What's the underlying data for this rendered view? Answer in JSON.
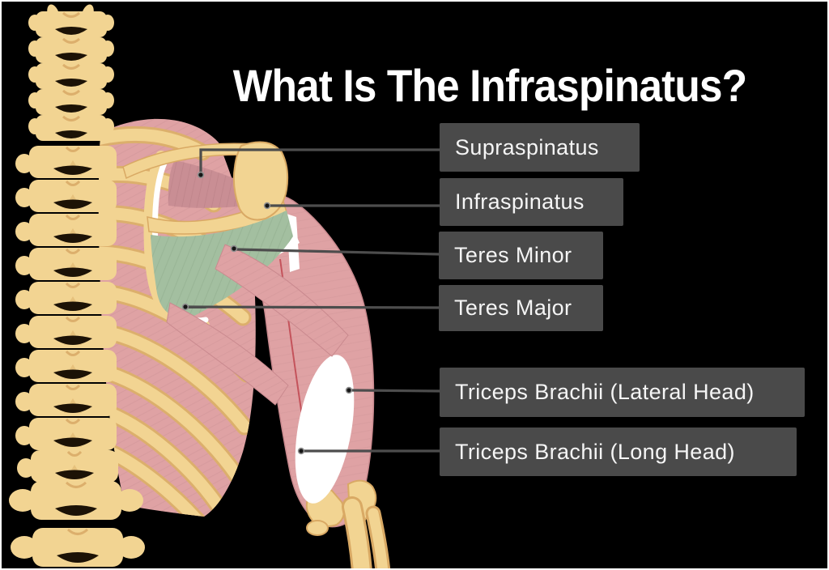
{
  "title": "What Is The Infraspinatus?",
  "labels": [
    {
      "text": "Supraspinatus"
    },
    {
      "text": "Infraspinatus"
    },
    {
      "text": "Teres Minor"
    },
    {
      "text": "Teres Major"
    },
    {
      "text": "Triceps Brachii (Lateral Head)"
    },
    {
      "text": "Triceps Brachii (Long Head)"
    }
  ],
  "colors": {
    "background": "#000000",
    "frame": "#ffffff",
    "bone": "#f2d492",
    "bone_shadow": "#d9a964",
    "muscle_pink": "#dfa2a4",
    "muscle_pink_striation": "#cd9296",
    "supraspinatus_mauve": "#c98e94",
    "infraspinatus_green": "#a3bfa0",
    "green_striation": "#8fab8c",
    "tendon_white": "#ffffff",
    "vessel_red": "#c0454f",
    "label_background": "#4a4a4a",
    "label_text": "#f5f5f5",
    "leader_line": "#4d4d4d"
  }
}
